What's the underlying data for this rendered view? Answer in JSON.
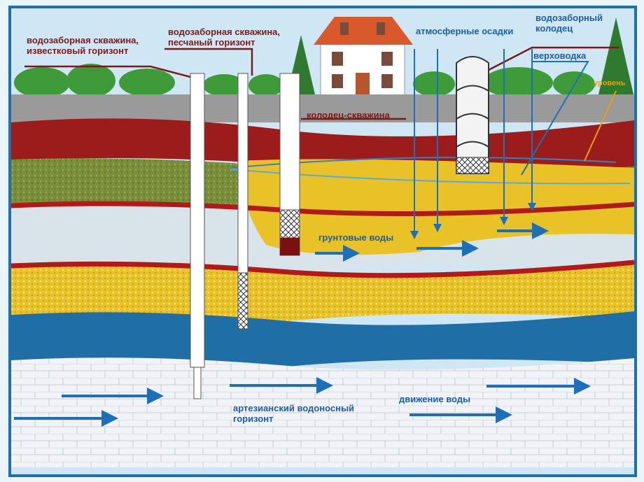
{
  "labels": {
    "well_limestone": [
      "водозаборная скважина,",
      "известковый горизонт"
    ],
    "well_sand": [
      "водозаборная скважина,",
      "песчаный горизонт"
    ],
    "well_borehole": "колодец-скважина",
    "precipitation": "атмосферные осадки",
    "intake_well": [
      "водозаборный",
      "колодец"
    ],
    "perched_water": "верховодка",
    "level": "уровень",
    "groundwater": "грунтовые воды",
    "artesian": [
      "артезианский водоносный",
      "горизонт"
    ],
    "water_movement": "движение воды"
  },
  "colors": {
    "sky": "#cfe7f4",
    "soil_gray": "#9a9a9a",
    "clay_red": "#9c1b1b",
    "loam_green": "#7a8f3a",
    "sand_yellow": "#e9c227",
    "aquifer_blue": "#1f6ea6",
    "limestone": "#f1f3f6",
    "arrow": "#1f6fb8"
  }
}
